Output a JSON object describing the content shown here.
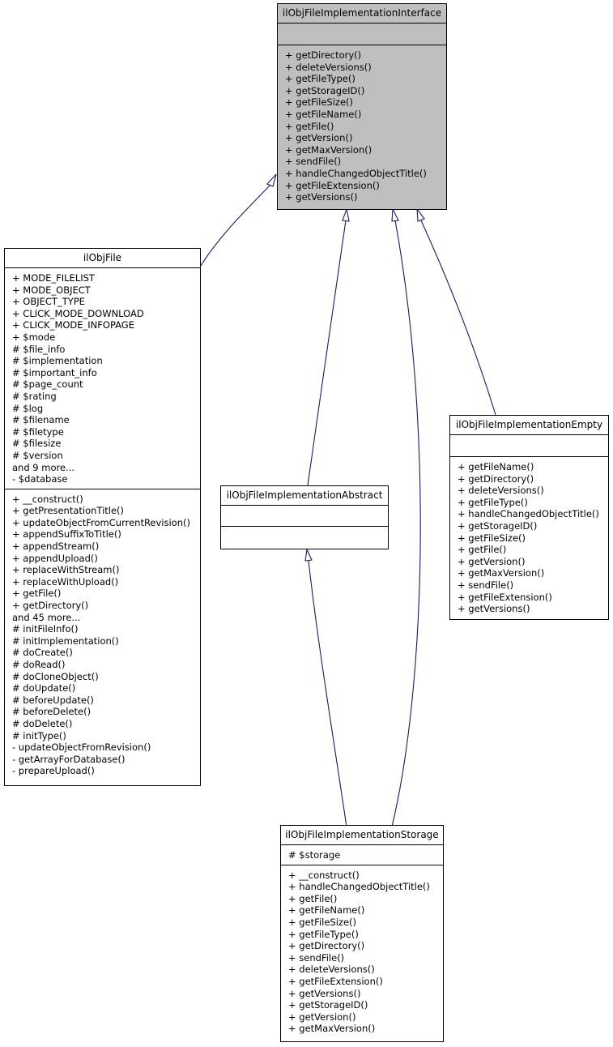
{
  "classes": {
    "interface": {
      "name": "ilObjFileImplementationInterface",
      "attributes": [],
      "methods": [
        "+ getDirectory()",
        "+ deleteVersions()",
        "+ getFileType()",
        "+ getStorageID()",
        "+ getFileSize()",
        "+ getFileName()",
        "+ getFile()",
        "+ getVersion()",
        "+ getMaxVersion()",
        "+ sendFile()",
        "+ handleChangedObjectTitle()",
        "+ getFileExtension()",
        "+ getVersions()"
      ]
    },
    "objfile": {
      "name": "ilObjFile",
      "attributes": [
        "+ MODE_FILELIST",
        "+ MODE_OBJECT",
        "+ OBJECT_TYPE",
        "+ CLICK_MODE_DOWNLOAD",
        "+ CLICK_MODE_INFOPAGE",
        "+ $mode",
        "# $file_info",
        "# $implementation",
        "# $important_info",
        "# $page_count",
        "# $rating",
        "# $log",
        "# $filename",
        "# $filetype",
        "# $filesize",
        "# $version",
        "and 9 more...",
        "- $database"
      ],
      "methods": [
        "+ __construct()",
        "+ getPresentationTitle()",
        "+ updateObjectFromCurrentRevision()",
        "+ appendSuffixToTitle()",
        "+ appendStream()",
        "+ appendUpload()",
        "+ replaceWithStream()",
        "+ replaceWithUpload()",
        "+ getFile()",
        "+ getDirectory()",
        "and 45 more...",
        "# initFileInfo()",
        "# initImplementation()",
        "# doCreate()",
        "# doRead()",
        "# doCloneObject()",
        "# doUpdate()",
        "# beforeUpdate()",
        "# beforeDelete()",
        "# doDelete()",
        "# initType()",
        "- updateObjectFromRevision()",
        "- getArrayForDatabase()",
        "- prepareUpload()"
      ]
    },
    "abstract": {
      "name": "ilObjFileImplementationAbstract",
      "attributes": [],
      "methods": []
    },
    "empty": {
      "name": "ilObjFileImplementationEmpty",
      "attributes": [],
      "methods": [
        "+ getFileName()",
        "+ getDirectory()",
        "+ deleteVersions()",
        "+ getFileType()",
        "+ handleChangedObjectTitle()",
        "+ getStorageID()",
        "+ getFileSize()",
        "+ getFile()",
        "+ getVersion()",
        "+ getMaxVersion()",
        "+ sendFile()",
        "+ getFileExtension()",
        "+ getVersions()"
      ]
    },
    "storage": {
      "name": "ilObjFileImplementationStorage",
      "attributes": [
        "# $storage"
      ],
      "methods": [
        "+ __construct()",
        "+ handleChangedObjectTitle()",
        "+ getFile()",
        "+ getFileName()",
        "+ getFileSize()",
        "+ getFileType()",
        "+ getDirectory()",
        "+ sendFile()",
        "+ deleteVersions()",
        "+ getFileExtension()",
        "+ getVersions()",
        "+ getStorageID()",
        "+ getVersion()",
        "+ getMaxVersion()"
      ]
    }
  },
  "edge_color": "#191970"
}
